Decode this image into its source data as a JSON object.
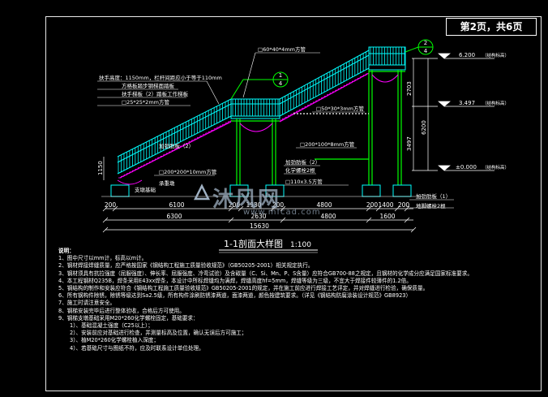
{
  "sheet": {
    "label": "第2页，共6页"
  },
  "title": {
    "main": "1-1剖面大样图",
    "scale": "1:100"
  },
  "colors": {
    "steel": "#00ffff",
    "structure": "#00ff00",
    "stairs_under": "#ff00ff",
    "dims": "#ffffff",
    "text": "#ffffff",
    "callout": "#00ff00"
  },
  "callouts": [
    {
      "number": "1",
      "ref": "4"
    },
    {
      "number": "2",
      "ref": "4"
    }
  ],
  "labels": {
    "handrail_top": "扶手高度：1150mm，栏杆间距应小于等于110mm",
    "handrail_plate": "方格板踏步钢梯面踏板",
    "stringer": "扶手梯板（2）踏板工作梯板",
    "tube_small": "□25*25*2mm方管",
    "tube_top": "□60*40*4mm方管",
    "tube_mid": "□50*30*3mm方管",
    "tube_col": "□200*100*8mm方管",
    "plate_2": "加劲肋板（2）",
    "beam_low": "□200*200*10mm方管",
    "base_left": "支墩基础",
    "base_left2": "承重墩",
    "stiff_plate": "加劲肋板（2）",
    "bolt": "化学螺栓2根",
    "beam2": "□110x3.5方管",
    "stiff_right": "加劲肋板（1）",
    "anchor_right": "地脚螺栓2根"
  },
  "elevations": [
    {
      "value": "6.200",
      "note": "（结构标高）"
    },
    {
      "value": "3.497",
      "note": "（结构标高）"
    },
    {
      "value": "±0.000",
      "note": "（结构标高）"
    }
  ],
  "dims": {
    "height_left": "1150",
    "vertical": [
      "2703",
      "6200",
      "3497"
    ],
    "row1": [
      "200",
      "6100",
      "200",
      "1930",
      "200",
      "4800",
      "200",
      "1400",
      "200"
    ],
    "row2": [
      "6300",
      "2630",
      "4800",
      "1600"
    ],
    "total": "15630"
  },
  "watermark": {
    "text": "沐风网",
    "sub": "www.mfcad.com"
  },
  "notes": {
    "heading": "说明：",
    "items": [
      "1、图中尺寸以mm计，标高以m计。",
      "2、钢材焊接焊缝质量，应严格按国家《钢结构工程施工质量验收规范》（GB50205-2001）相关规定执行。",
      "3、钢材须具有抗拉强度（屈服强度）、伸长率、屈服强度、冷弯试验）及含碳量（C、Si、Mn、P、S含量）应符合GB700-88之规定，且钢材的化学成分应满足国家标准要求。",
      "4、本工程钢材Q235B，焊条采用E43xx焊条，本设计中所标焊缝均为满焊，焊缝高度hf=5mm，焊缝等级为三级，不宜大于焊接件较薄件的1.2倍。",
      "5、钢结构的制作和安装应符合《钢结构工程施工质量验收规范》GB50205-2001的规定，并在施工前应进行焊接工艺评定，并对焊缝进行检验，确保质量。",
      "6、所有钢构件除锈，除锈等级达到Sa2.5级，所有构件涂刷防锈漆两道，面漆两道，颜色按建筑要求。（详见《钢结构防腐涂装设计规范》GB8923）",
      "7、施工时请注意安全。",
      "8、钢梯安装完毕后进行整体验收，合格后方可使用。",
      "9、钢梯支墩基础采用M20*260化学螺栓固定，基础要求：",
      "1）、基础混凝土强度（C25以上）；",
      "2）、安装前应对基础进行检查，并测量标高及位置，确认无误后方可施工；",
      "3）、植M20*260化学螺栓植入深度；",
      "4）、若基础尺寸与图纸不符，应及时联系设计单位处理。"
    ]
  }
}
